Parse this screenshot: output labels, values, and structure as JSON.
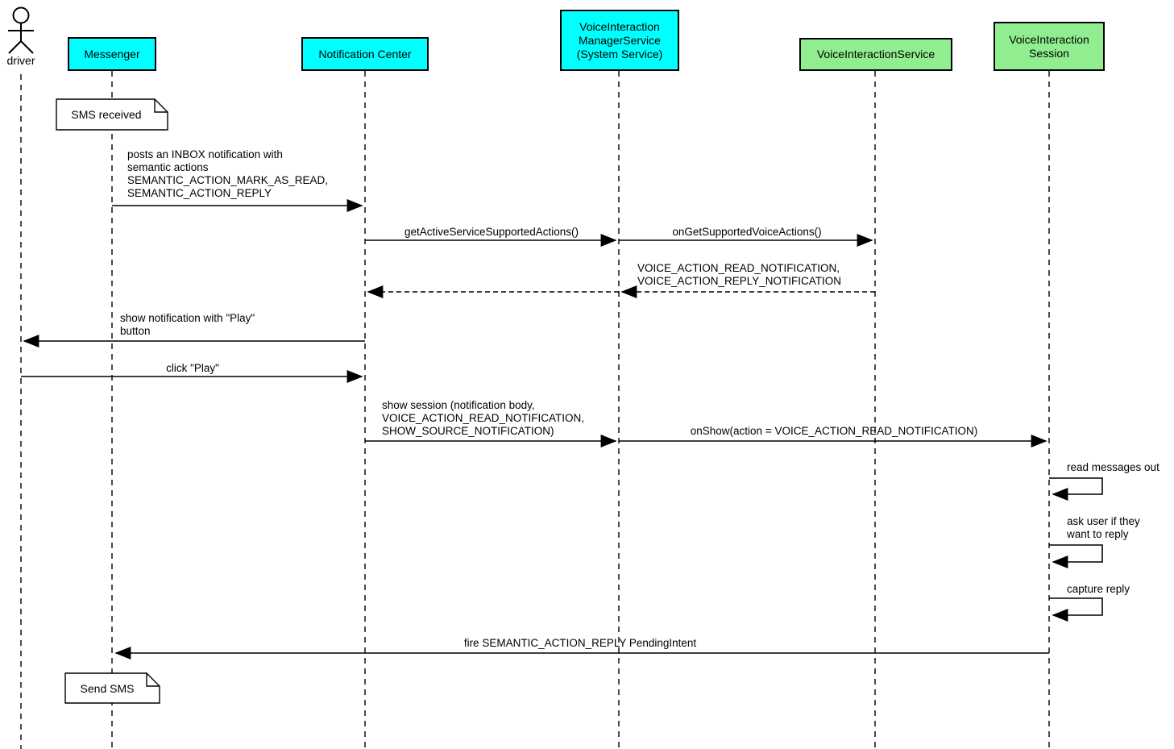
{
  "diagram": {
    "kind": "UML sequence diagram",
    "actor": {
      "label": "driver"
    },
    "participants": [
      {
        "label": "Messenger",
        "fill": "#00ffff"
      },
      {
        "label": "Notification Center",
        "fill": "#00ffff"
      },
      {
        "label": "VoiceInteraction\nManagerService\n(System Service)",
        "fill": "#00ffff"
      },
      {
        "label": "VoiceInteractionService",
        "fill": "#90ee90"
      },
      {
        "label": "VoiceInteraction\nSession",
        "fill": "#90ee90"
      }
    ],
    "notes": [
      {
        "text": "SMS received",
        "attached_to": "Messenger"
      },
      {
        "text": "Send SMS",
        "attached_to": "Messenger"
      }
    ],
    "messages": [
      {
        "from": "Messenger",
        "to": "Notification Center",
        "style": "solid",
        "label": "posts an INBOX notification with\nsemantic actions\nSEMANTIC_ACTION_MARK_AS_READ,\nSEMANTIC_ACTION_REPLY"
      },
      {
        "from": "Notification Center",
        "to": "VoiceInteraction ManagerService (System Service)",
        "style": "solid",
        "label": "getActiveServiceSupportedActions()"
      },
      {
        "from": "VoiceInteraction ManagerService (System Service)",
        "to": "VoiceInteractionService",
        "style": "solid",
        "label": "onGetSupportedVoiceActions()"
      },
      {
        "from": "VoiceInteractionService",
        "to": "VoiceInteraction ManagerService (System Service)",
        "style": "dashed",
        "label": "VOICE_ACTION_READ_NOTIFICATION,\nVOICE_ACTION_REPLY_NOTIFICATION"
      },
      {
        "from": "VoiceInteraction ManagerService (System Service)",
        "to": "Notification Center",
        "style": "dashed",
        "label": ""
      },
      {
        "from": "Notification Center",
        "to": "driver",
        "style": "solid",
        "label": "show notification with \"Play\"\nbutton"
      },
      {
        "from": "driver",
        "to": "Notification Center",
        "style": "solid",
        "label": "click \"Play\""
      },
      {
        "from": "Notification Center",
        "to": "VoiceInteraction ManagerService (System Service)",
        "style": "solid",
        "label": "show session (notification body,\nVOICE_ACTION_READ_NOTIFICATION,\nSHOW_SOURCE_NOTIFICATION)"
      },
      {
        "from": "VoiceInteraction ManagerService (System Service)",
        "to": "VoiceInteraction Session",
        "style": "solid",
        "label": "onShow(action = VOICE_ACTION_READ_NOTIFICATION)"
      },
      {
        "from": "VoiceInteraction Session",
        "to": "VoiceInteraction Session",
        "style": "self",
        "label": "read messages out"
      },
      {
        "from": "VoiceInteraction Session",
        "to": "VoiceInteraction Session",
        "style": "self",
        "label": "ask user if they\nwant to reply"
      },
      {
        "from": "VoiceInteraction Session",
        "to": "VoiceInteraction Session",
        "style": "self",
        "label": "capture reply"
      },
      {
        "from": "VoiceInteraction Session",
        "to": "Messenger",
        "style": "solid",
        "label": "fire SEMANTIC_ACTION_REPLY PendingIntent"
      }
    ],
    "colors": {
      "participant_cyan": "#00ffff",
      "participant_green": "#90ee90",
      "line": "#000000",
      "background": "#ffffff"
    }
  }
}
